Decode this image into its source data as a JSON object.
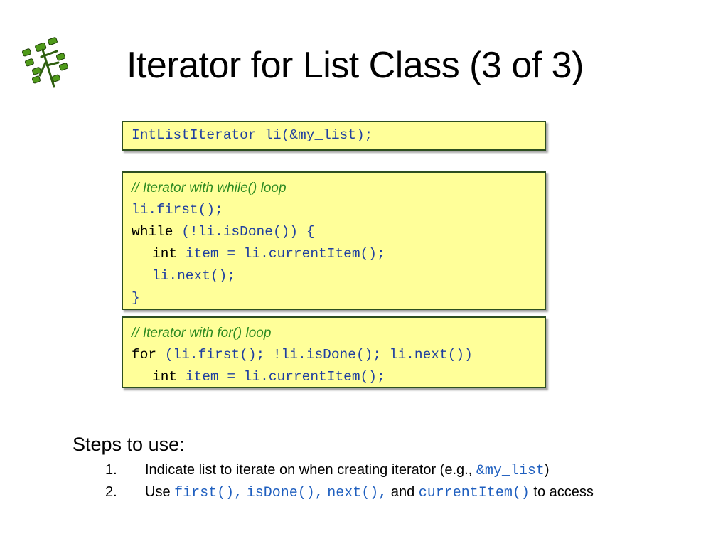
{
  "slide": {
    "title": "Iterator for List Class (3 of 3)",
    "logo_icon": "circuit-figure-logo-icon"
  },
  "code": {
    "declaration": "IntListIterator li(&my_list);",
    "while_block": {
      "comment": "// Iterator with while() loop",
      "line_first": "li.first();",
      "while_kw": "while",
      "while_cond": " (!li.isDone()) {",
      "int_kw": "int",
      "item_assign": " item = li.currentItem();",
      "next_call": "li.next();",
      "close_brace": "}"
    },
    "for_block": {
      "comment": "// Iterator with for() loop",
      "for_kw": "for",
      "for_header": " (li.first(); !li.isDone(); li.next())",
      "int_kw": "int",
      "item_assign": " item = li.currentItem();"
    }
  },
  "steps": {
    "heading": "Steps to use:",
    "items": [
      {
        "num": "1.",
        "text_before": "Indicate list to iterate on when creating iterator (e.g., ",
        "code": "&my_list",
        "text_after": ")"
      },
      {
        "num": "2.",
        "text_before": "Use ",
        "code_1": "first(),",
        "code_2": "isDone(),",
        "code_3": "next(),",
        "and_word": " and ",
        "code_4": "currentItem()",
        "text_after": " to access"
      }
    ]
  },
  "colors": {
    "code_background": "#ffff99",
    "code_border": "#2d4f20",
    "comment_green": "#2e8b22",
    "identifier_blue": "#1f3fa0",
    "inline_code_blue": "#1f5fbf",
    "logo_green": "#4f9a1a"
  }
}
